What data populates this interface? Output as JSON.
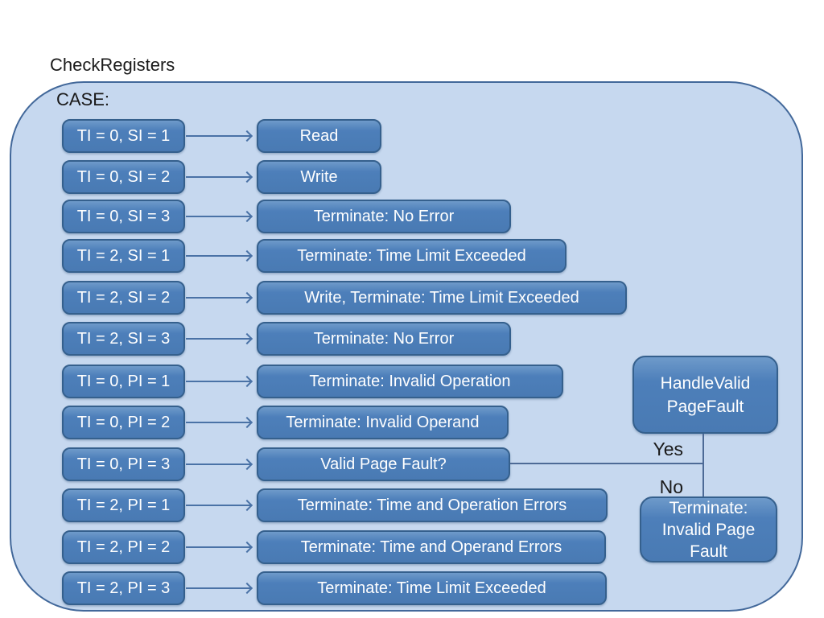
{
  "title": "CheckRegisters",
  "case_label": "CASE:",
  "rows": [
    {
      "condition": "TI = 0, SI = 1",
      "action": "Read"
    },
    {
      "condition": "TI = 0, SI = 2",
      "action": "Write"
    },
    {
      "condition": "TI = 0, SI = 3",
      "action": "Terminate: No Error"
    },
    {
      "condition": "TI = 2, SI = 1",
      "action": "Terminate: Time Limit Exceeded"
    },
    {
      "condition": "TI = 2, SI = 2",
      "action": "Write, Terminate: Time Limit Exceeded"
    },
    {
      "condition": "TI = 2, SI = 3",
      "action": "Terminate: No Error"
    },
    {
      "condition": "TI = 0, PI = 1",
      "action": "Terminate: Invalid Operation"
    },
    {
      "condition": "TI = 0, PI = 2",
      "action": "Terminate: Invalid Operand"
    },
    {
      "condition": "TI = 0, PI = 3",
      "action": "Valid Page Fault?"
    },
    {
      "condition": "TI = 2, PI = 1",
      "action": "Terminate: Time and Operation Errors"
    },
    {
      "condition": "TI = 2, PI = 2",
      "action": "Terminate: Time and Operand Errors"
    },
    {
      "condition": "TI = 2, PI = 3",
      "action": "Terminate: Time Limit Exceeded"
    }
  ],
  "branch": {
    "source_action": "Valid Page Fault?",
    "yes_label": "Yes",
    "no_label": "No",
    "yes_target": "HandleValid PageFault",
    "no_target": "Terminate: Invalid Page Fault"
  },
  "colors": {
    "node_fill": "#4d7fba",
    "node_border": "#35608d",
    "node_text": "#ffffff",
    "container_fill": "#c6d8ef",
    "container_border": "#42689a",
    "connector": "#4a72a6",
    "label_text": "#1a1a1a"
  }
}
